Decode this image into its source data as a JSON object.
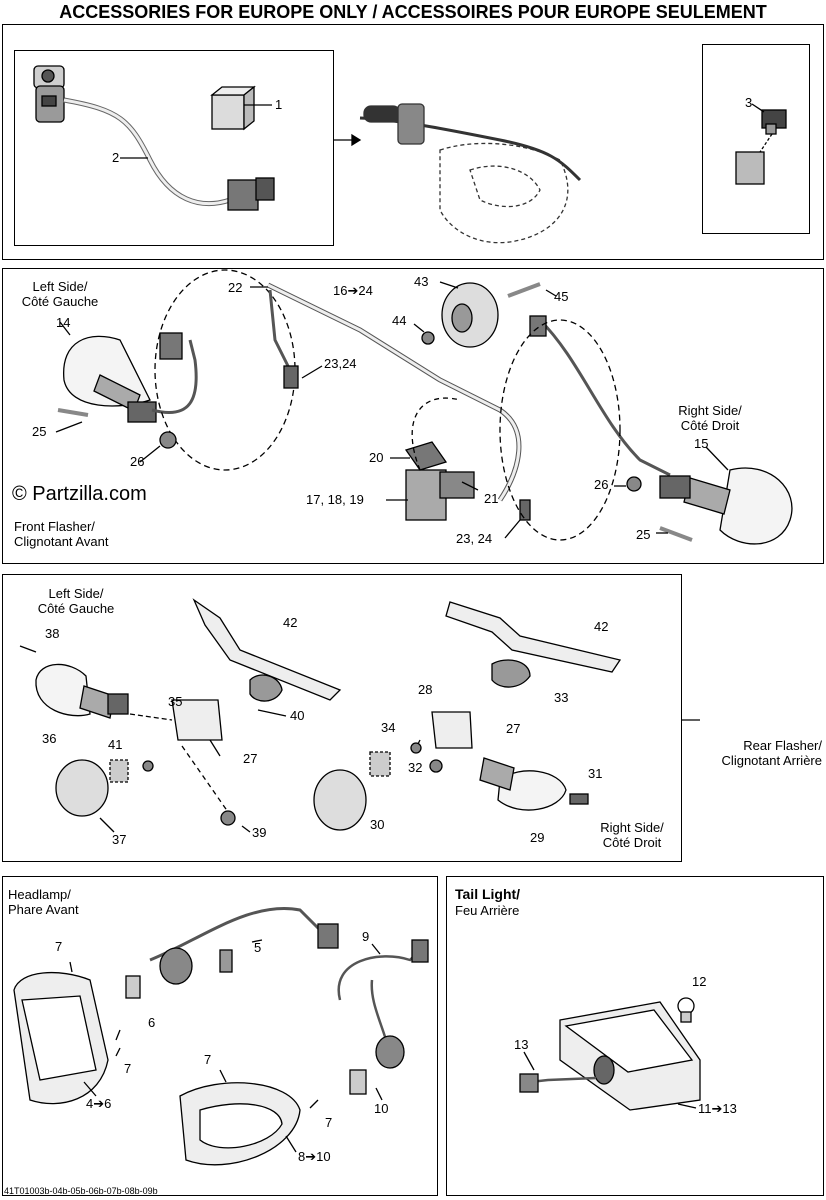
{
  "title": "ACCESSORIES FOR EUROPE ONLY / ACCESSOIRES POUR EUROPE SEULEMENT",
  "watermark": "© Partzilla.com",
  "footer_code": "41T01003b-04b-05b-06b-07b-08b-09b",
  "sections": {
    "front": {
      "left_side": "Left Side/\nCôté Gauche",
      "right_side": "Right Side/\nCôté Droit",
      "caption": "Front Flasher/\nClignotant Avant"
    },
    "rear": {
      "left_side": "Left Side/\nCôté Gauche",
      "right_side": "Right Side/\nCôté Droit",
      "caption": "Rear Flasher/\nClignotant Arrière"
    },
    "headlamp": {
      "caption": "Headlamp/\nPhare Avant"
    },
    "tail": {
      "caption_bold": "Tail Light/",
      "caption": "Feu Arrière"
    }
  },
  "callouts": {
    "c1": "1",
    "c2": "2",
    "c3": "3",
    "c14": "14",
    "c22": "22",
    "c16": "16➔24",
    "c43": "43",
    "c45": "45",
    "c44": "44",
    "c2324a": "23,24",
    "c25a": "25",
    "c26a": "26",
    "c20": "20",
    "c171819": "17, 18, 19",
    "c21": "21",
    "c2324b": "23, 24",
    "c26b": "26",
    "c15": "15",
    "c25b": "25",
    "c38": "38",
    "c42a": "42",
    "c42b": "42",
    "c35": "35",
    "c40": "40",
    "c28": "28",
    "c33": "33",
    "c34": "34",
    "c27a": "27",
    "c27b": "27",
    "c36": "36",
    "c41": "41",
    "c32": "32",
    "c31": "31",
    "c37": "37",
    "c39": "39",
    "c30": "30",
    "c29": "29",
    "c7a": "7",
    "c5": "5",
    "c9": "9",
    "c6": "6",
    "c7b": "7",
    "c46": "4➔6",
    "c7c": "7",
    "c7d": "7",
    "c10": "10",
    "c810": "8➔10",
    "c12": "12",
    "c13": "13",
    "c1113": "11➔13"
  }
}
